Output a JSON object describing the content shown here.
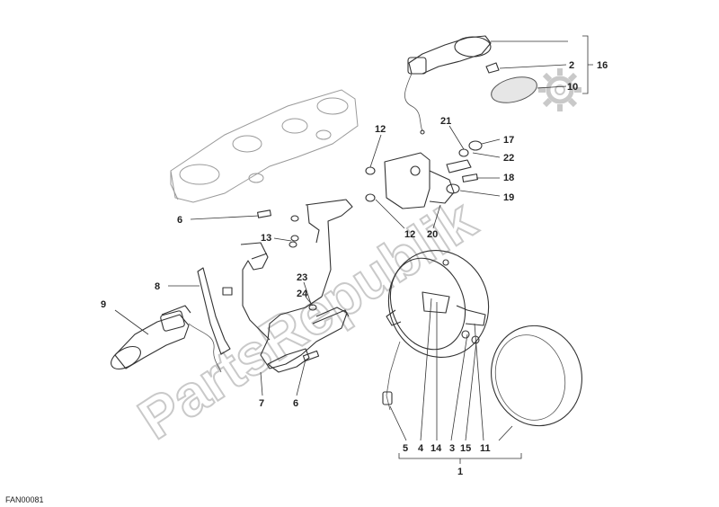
{
  "diagram_code": "FAN00081",
  "watermark": "PartsRepublik",
  "callouts": {
    "c1": "1",
    "c2": "2",
    "c3": "3",
    "c4": "4",
    "c5": "5",
    "c6a": "6",
    "c6b": "6",
    "c7": "7",
    "c8": "8",
    "c9": "9",
    "c10": "10",
    "c11": "11",
    "c12a": "12",
    "c12b": "12",
    "c13": "13",
    "c14": "14",
    "c15": "15",
    "c16": "16",
    "c17": "17",
    "c18": "18",
    "c19": "19",
    "c20": "20",
    "c21": "21",
    "c22": "22",
    "c23": "23",
    "c24": "24"
  }
}
